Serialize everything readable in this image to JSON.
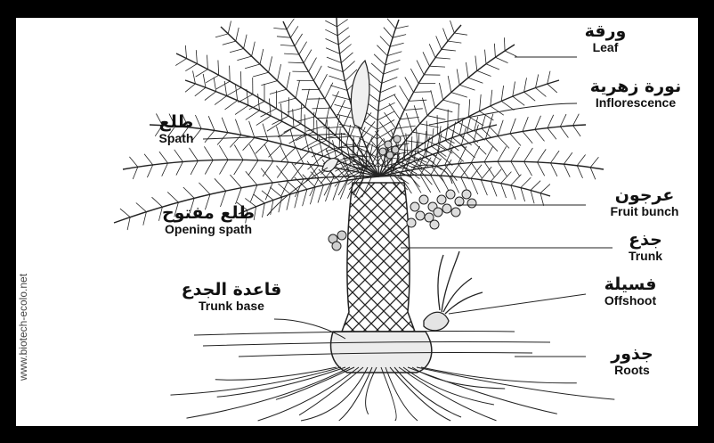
{
  "labels": {
    "leaf": {
      "ar": "ورقة",
      "en": "Leaf"
    },
    "inflorescence": {
      "ar": "نورة زهرية",
      "en": "Inflorescence"
    },
    "spath": {
      "ar": "طلع",
      "en": "Spath"
    },
    "fruit_bunch": {
      "ar": "عرجون",
      "en": "Fruit bunch"
    },
    "opening_spath": {
      "ar": "طلع مفتوح",
      "en": "Opening spath"
    },
    "trunk": {
      "ar": "جذع",
      "en": "Trunk"
    },
    "offshoot": {
      "ar": "فسيلة",
      "en": "Offshoot"
    },
    "trunk_base": {
      "ar": "قاعدة الجدع",
      "en": "Trunk base"
    },
    "roots": {
      "ar": "جذور",
      "en": "Roots"
    }
  },
  "watermark": "www.biotech-ecolo.net",
  "colors": {
    "frame": "#000000",
    "background": "#ffffff",
    "ink": "#111111"
  }
}
